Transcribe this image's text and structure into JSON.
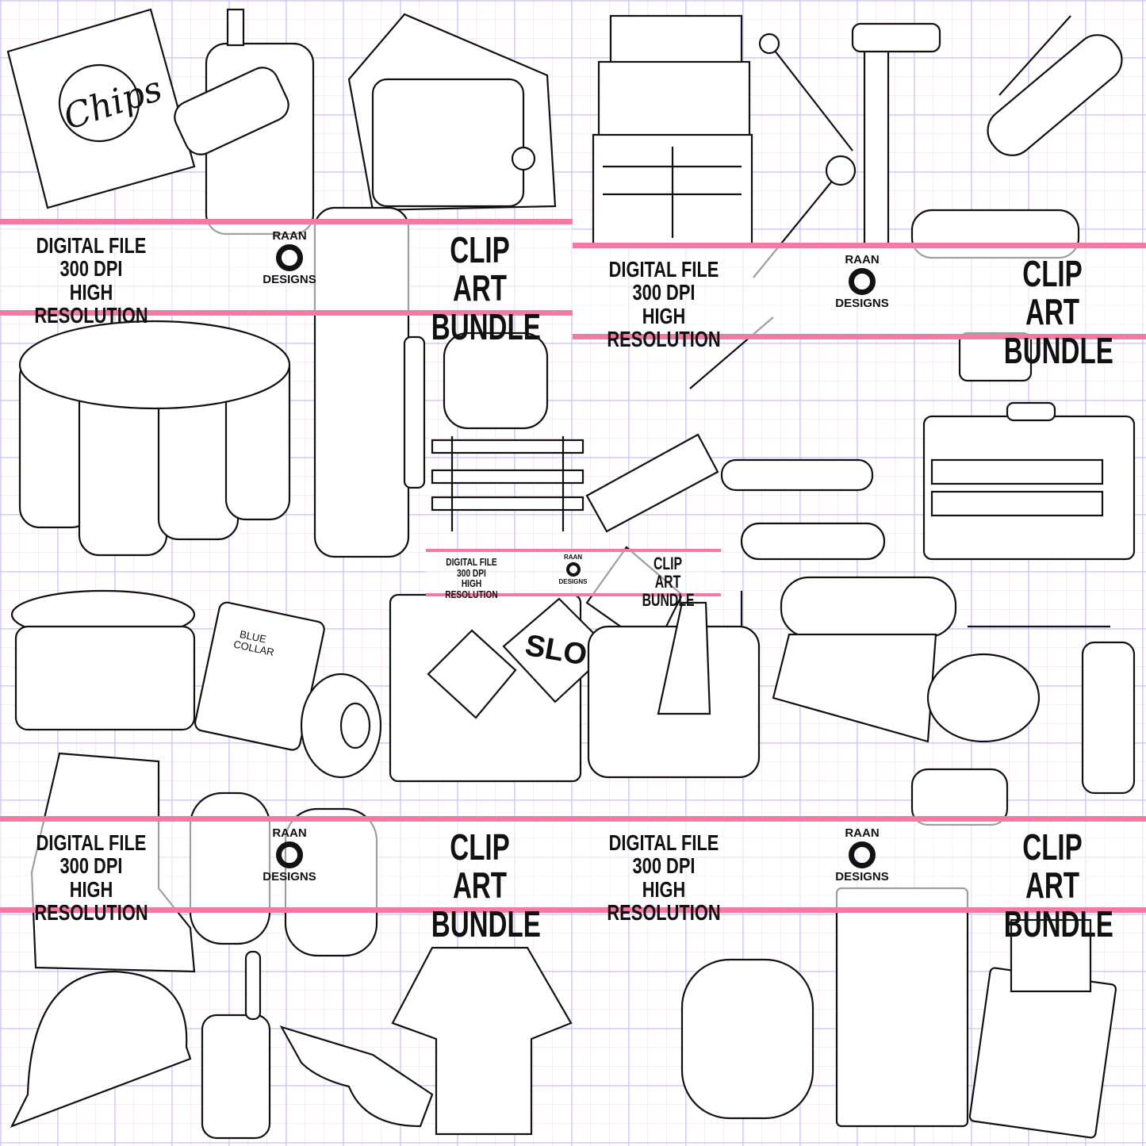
{
  "banner": {
    "line1": "DIGITAL FILE",
    "line2": "300 DPI",
    "line3": "HIGH RESOLUTION",
    "title1": "CLIP ART",
    "title2": "BUNDLE",
    "logo_top": "RAAN",
    "logo_bottom": "DESIGNS"
  },
  "labels": {
    "chips": "Chips",
    "badge_line1": "BLUE",
    "badge_line2": "COLLAR",
    "sign_slow": "SLOW"
  },
  "colors": {
    "banner_stripe": "#f27aa5",
    "grid": "#c8bef0",
    "ink": "#111111"
  }
}
